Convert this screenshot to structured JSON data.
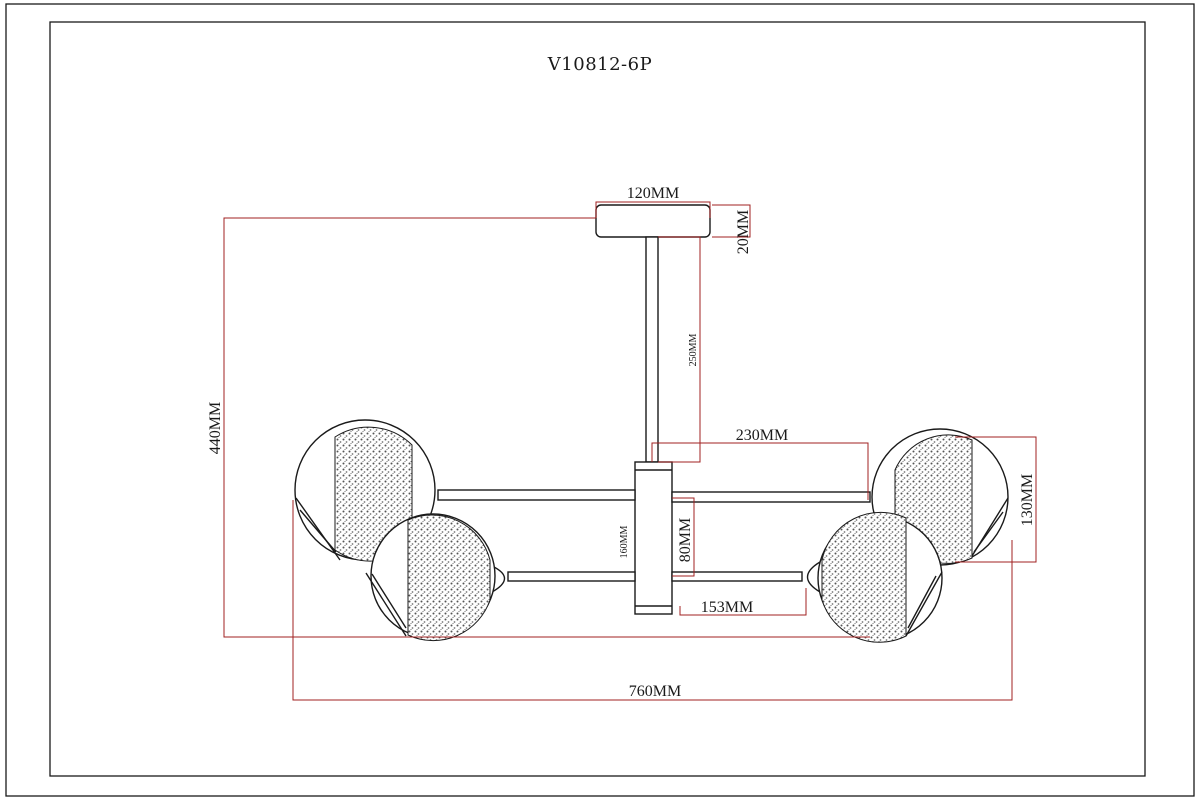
{
  "drawing": {
    "title": "V10812-6P",
    "dimensions": {
      "canopy_width": "120MM",
      "canopy_height": "20MM",
      "rod_length": "250MM",
      "total_height": "440MM",
      "arm_reach": "230MM",
      "globe_diameter": "130MM",
      "body_height": "160MM",
      "arm_spacing": "80MM",
      "lower_arm": "153MM",
      "total_width": "760MM"
    }
  }
}
